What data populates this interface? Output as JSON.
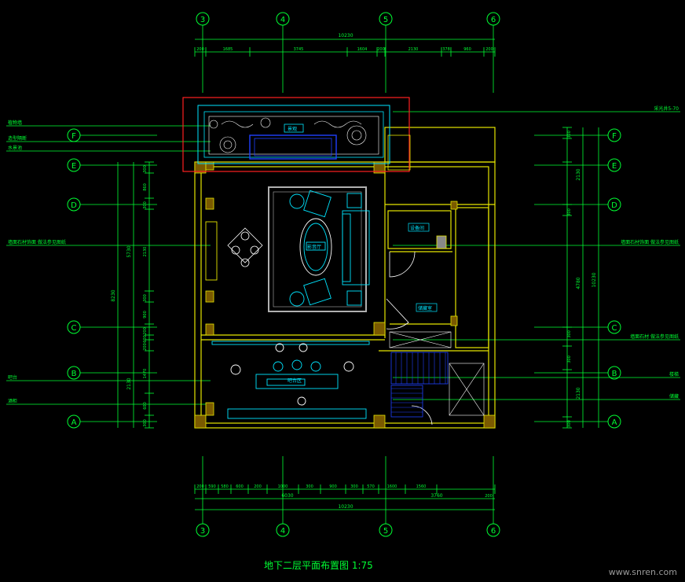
{
  "drawing": {
    "title": "地下二层平面布置图 1:75",
    "watermark": "www.snren.com",
    "colors": {
      "background": "#000000",
      "dimension": "#00ff33",
      "wall": "#e6e600",
      "furniture": "#00e5ff",
      "magenta": "#ff00ff",
      "highlight": "#ff2020",
      "blue": "#2040ff",
      "white": "#ffffff",
      "grey": "#b0b0b0"
    }
  },
  "grid_columns": [
    "3",
    "4",
    "5",
    "6"
  ],
  "grid_rows": [
    "F",
    "E",
    "D",
    "C",
    "B",
    "A"
  ],
  "top_dims": {
    "overall": "10230",
    "segments": [
      "200",
      "1685",
      "3745",
      "1604",
      "200",
      "2130",
      "378",
      "960",
      "200"
    ]
  },
  "bottom_dims": {
    "overall": "10230",
    "sub": [
      "6030",
      "3760",
      "200"
    ],
    "segments": [
      "200",
      "590",
      "580",
      "600",
      "200",
      "1000",
      "300",
      "900",
      "300",
      "570",
      "1600",
      "1560"
    ]
  },
  "left_dims": {
    "overall": "8230",
    "sub": [
      "5730",
      "2130"
    ],
    "segments": [
      "300",
      "860",
      "300",
      "2130",
      "300",
      "900",
      "200",
      "600",
      "200",
      "1470",
      "600",
      "300"
    ]
  },
  "right_dims": {
    "overall": "10230",
    "sub": [
      "2130",
      "4780",
      "2130"
    ],
    "segments": [
      "300",
      "300",
      "300",
      "300",
      "300",
      "300"
    ]
  },
  "left_labels": [
    "植物墙",
    "造型隔断",
    "水景池",
    "墙面石材饰面 做法参见图纸",
    "吧台",
    "酒柜"
  ],
  "right_labels": [
    "采光井5-70",
    "墙面石材饰面 做法参见图纸",
    "墙面石材 做法参见图纸",
    "楼梯",
    "储藏"
  ],
  "room_labels": {
    "landscape": "景观",
    "living": "影音厅",
    "equipment": "设备间",
    "storage": "储藏室",
    "bar": "吧台区"
  }
}
